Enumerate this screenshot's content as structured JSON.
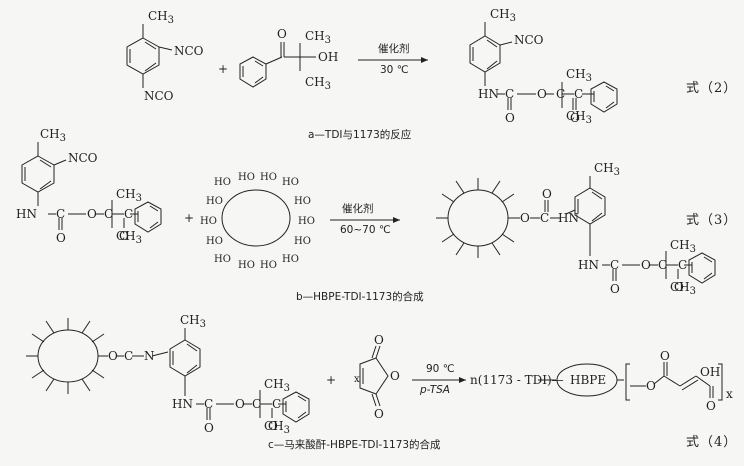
{
  "labels": {
    "nco": "NCO",
    "oh": "OH",
    "ch3": "CH",
    "sub3": "3",
    "c": "C",
    "o": "O",
    "hn": "HN",
    "n": "N",
    "ho": "HO",
    "plus": "+",
    "x": "x",
    "hbpe": "HBPE"
  },
  "reactions": [
    {
      "caption": "a—TDI与1173的反应",
      "above_arrow": "催化剂",
      "below_arrow": "30 ℃",
      "equation": "式（2）"
    },
    {
      "caption": "b—HBPE-TDI-1173的合成",
      "above_arrow": "催化剂",
      "below_arrow": "60~70 ℃",
      "equation": "式（3）"
    },
    {
      "caption": "c—马来酸酐-HBPE-TDI-1173的合成",
      "above_arrow": "90 ℃",
      "below_arrow": "p-TSA",
      "equation": "式（4）",
      "product_prefix": "n(1173 - TDI)—"
    }
  ]
}
